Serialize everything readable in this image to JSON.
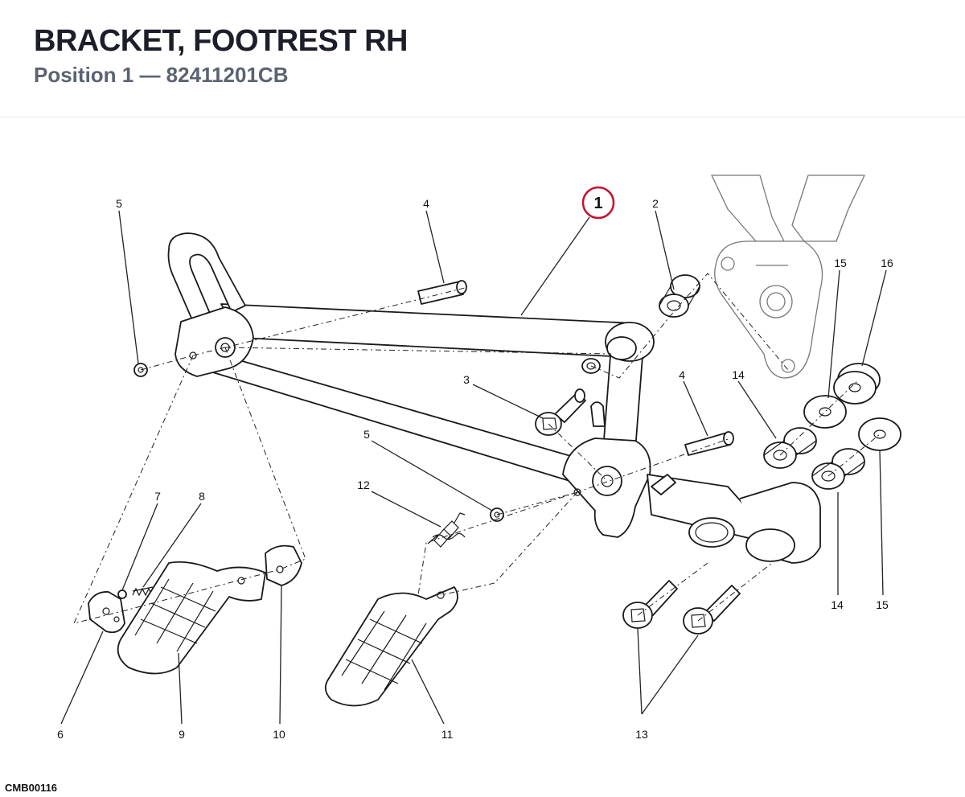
{
  "header": {
    "title": "BRACKET, FOOTREST RH",
    "subtitle": "Position 1 — 82411201CB"
  },
  "diagram": {
    "highlighted_callout": "1",
    "highlight_color": "#c8102e",
    "callouts": {
      "c1": "1",
      "c2": "2",
      "c3": "3",
      "c4a": "4",
      "c4b": "4",
      "c5a": "5",
      "c5b": "5",
      "c6": "6",
      "c7": "7",
      "c8": "8",
      "c9": "9",
      "c10": "10",
      "c11": "11",
      "c12": "12",
      "c13": "13",
      "c14a": "14",
      "c14b": "14",
      "c15a": "15",
      "c15b": "15",
      "c16": "16"
    }
  },
  "footer": {
    "code": "CMB00116"
  }
}
